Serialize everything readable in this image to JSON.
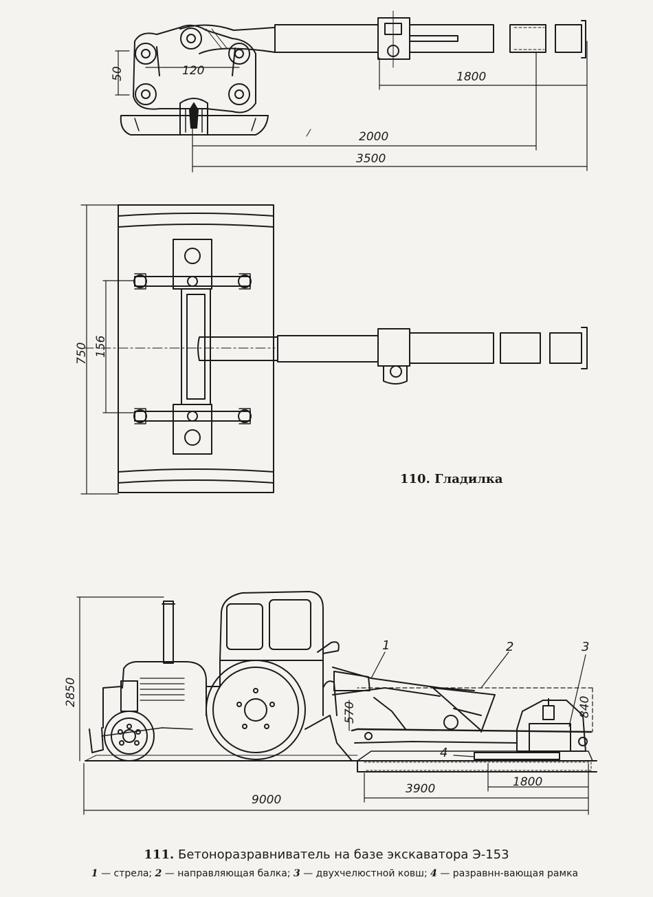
{
  "fig110": {
    "caption": "110. Гладилка",
    "dims_side": [
      "50",
      "120",
      "1800",
      "2000",
      "3500"
    ],
    "dims_plan": [
      "750",
      "156"
    ]
  },
  "fig111": {
    "caption_number": "111.",
    "caption_text": "Бетоноразравниватель на базе экскаватора Э-153",
    "dims": [
      "2850",
      "570",
      "840",
      "3900",
      "1800",
      "9000"
    ],
    "part_labels": [
      "1",
      "2",
      "3",
      "4"
    ],
    "legend": [
      {
        "num": "1",
        "text": "— стрела;"
      },
      {
        "num": "2",
        "text": "— направляющая балка;"
      },
      {
        "num": "3",
        "text": "— двухчелюстной ковш;"
      },
      {
        "num": "4",
        "text": "— разравнн-вающая рамка"
      }
    ]
  }
}
